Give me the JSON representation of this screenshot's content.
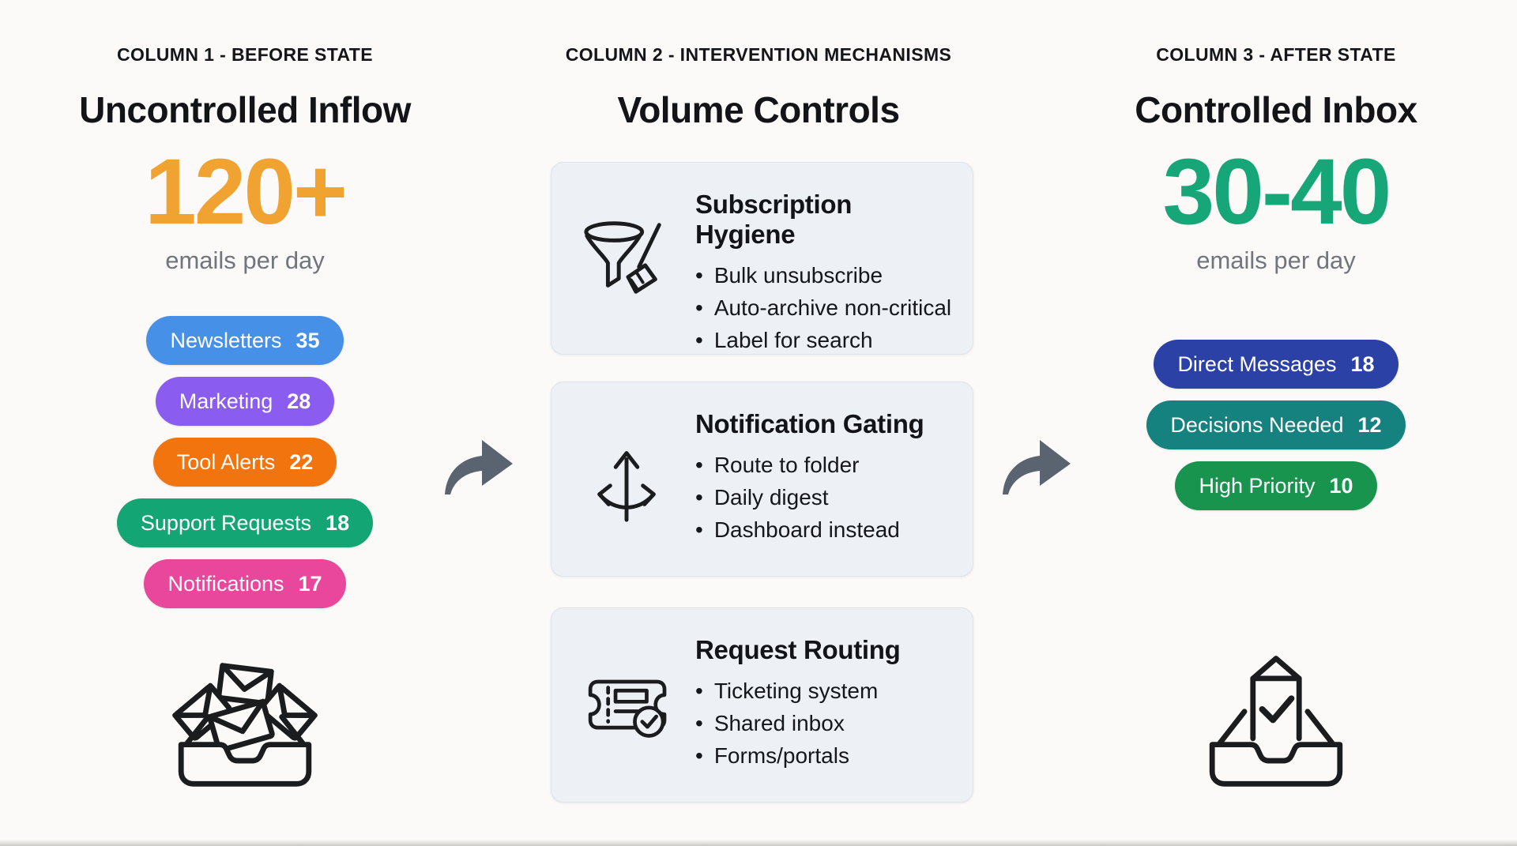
{
  "columns": [
    {
      "id": "before-state",
      "kicker": "COLUMN 1 - BEFORE STATE",
      "title": "Uncontrolled Inflow",
      "metric": {
        "value": "120+",
        "caption": "emails per day",
        "color": "#f0a331"
      },
      "pills": [
        {
          "label": "Newsletters",
          "count": 35,
          "color": "#4790e8"
        },
        {
          "label": "Marketing",
          "count": 28,
          "color": "#8b5cf0"
        },
        {
          "label": "Tool Alerts",
          "count": 22,
          "color": "#f1740e"
        },
        {
          "label": "Support Requests",
          "count": 18,
          "color": "#13a573"
        },
        {
          "label": "Notifications",
          "count": 17,
          "color": "#e9479b"
        }
      ],
      "icon": "overflowing-inbox-icon"
    },
    {
      "id": "intervention-mechanisms",
      "kicker": "COLUMN 2 - INTERVENTION MECHANISMS",
      "title": "Volume Controls",
      "cards": [
        {
          "icon": "funnel-broom-icon",
          "title": "Subscription Hygiene",
          "bullets": [
            "Bulk unsubscribe",
            "Auto-archive non-critical",
            "Label for search"
          ]
        },
        {
          "icon": "split-arrows-icon",
          "title": "Notification Gating",
          "bullets": [
            "Route to folder",
            "Daily digest",
            "Dashboard instead"
          ]
        },
        {
          "icon": "ticket-check-icon",
          "title": "Request Routing",
          "bullets": [
            "Ticketing system",
            "Shared inbox",
            "Forms/portals"
          ]
        }
      ]
    },
    {
      "id": "after-state",
      "kicker": "COLUMN 3 - AFTER STATE",
      "title": "Controlled Inbox",
      "metric": {
        "value": "30-40",
        "caption": "emails per day",
        "color": "#17a678"
      },
      "pills": [
        {
          "label": "Direct Messages",
          "count": 18,
          "color": "#2b41a5"
        },
        {
          "label": "Decisions Needed",
          "count": 12,
          "color": "#15827f"
        },
        {
          "label": "High Priority",
          "count": 10,
          "color": "#18944f"
        }
      ],
      "icon": "inbox-check-icon"
    }
  ],
  "arrow": {
    "color": "#5a6370"
  }
}
